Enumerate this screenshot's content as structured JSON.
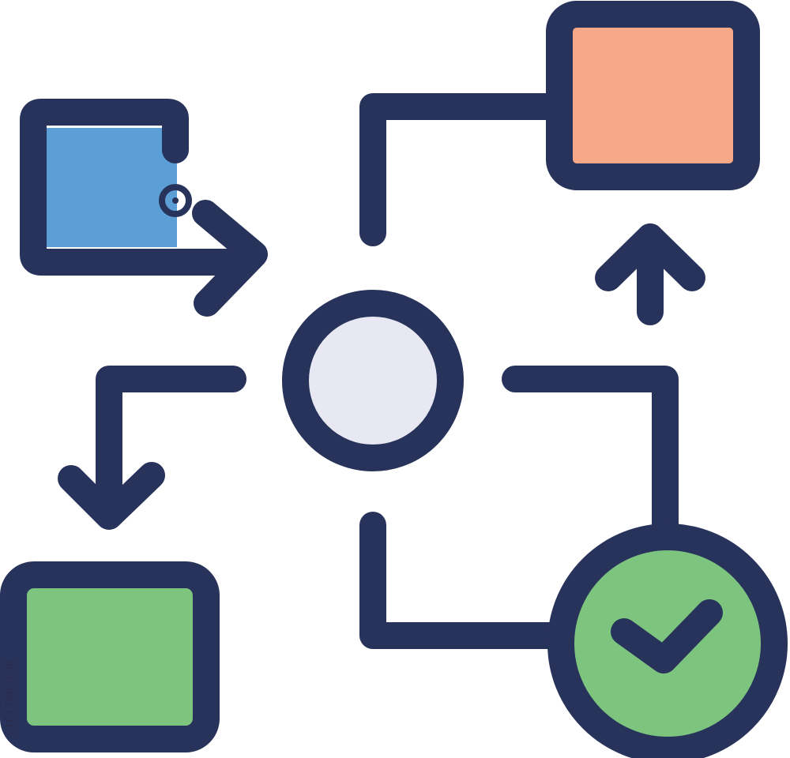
{
  "diagram": {
    "description_nodes": [
      {
        "id": "blue-box",
        "shape": "rounded-square",
        "fill": "#5b9fd6"
      },
      {
        "id": "orange-box",
        "shape": "rounded-square",
        "fill": "#f7a886"
      },
      {
        "id": "center-node",
        "shape": "circle",
        "fill": "#e8e8f3"
      },
      {
        "id": "green-box",
        "shape": "rounded-square",
        "fill": "#7dc47e"
      },
      {
        "id": "check-node",
        "shape": "circle",
        "fill": "#7dc47e",
        "icon": "check-icon"
      }
    ],
    "stroke_color": "#28335b",
    "background": "#ffffff"
  },
  "watermark": {
    "stock_id": "#1617863038"
  }
}
